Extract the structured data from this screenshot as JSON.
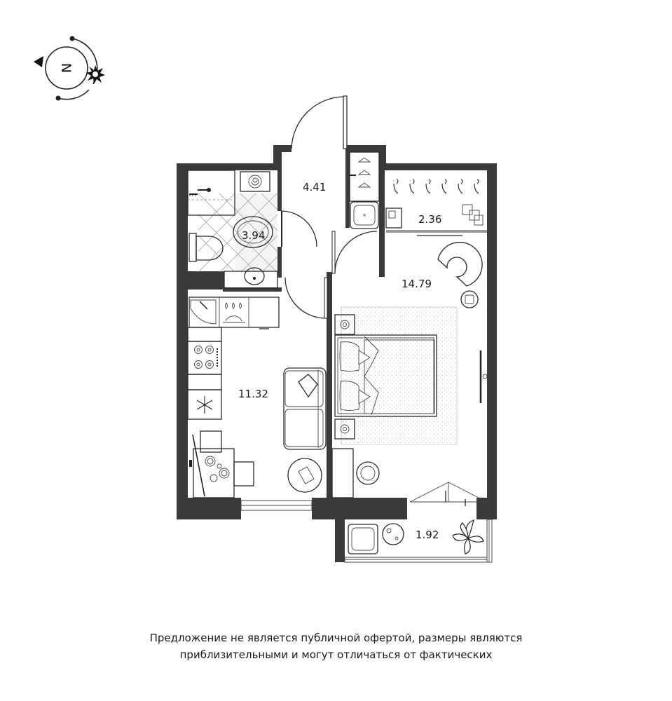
{
  "compass": {
    "letter": "N"
  },
  "rooms": [
    {
      "id": "corridor",
      "area": "4.41"
    },
    {
      "id": "bathroom",
      "area": "3.94"
    },
    {
      "id": "wardrobe",
      "area": "2.36"
    },
    {
      "id": "bedroom",
      "area": "14.79"
    },
    {
      "id": "kitchen-living",
      "area": "11.32"
    },
    {
      "id": "balcony",
      "area": "1.92"
    }
  ],
  "disclaimer": {
    "line1": "Предложение не является публичной офертой, размеры являются",
    "line2": "приблизительными и могут отличаться от фактических"
  }
}
